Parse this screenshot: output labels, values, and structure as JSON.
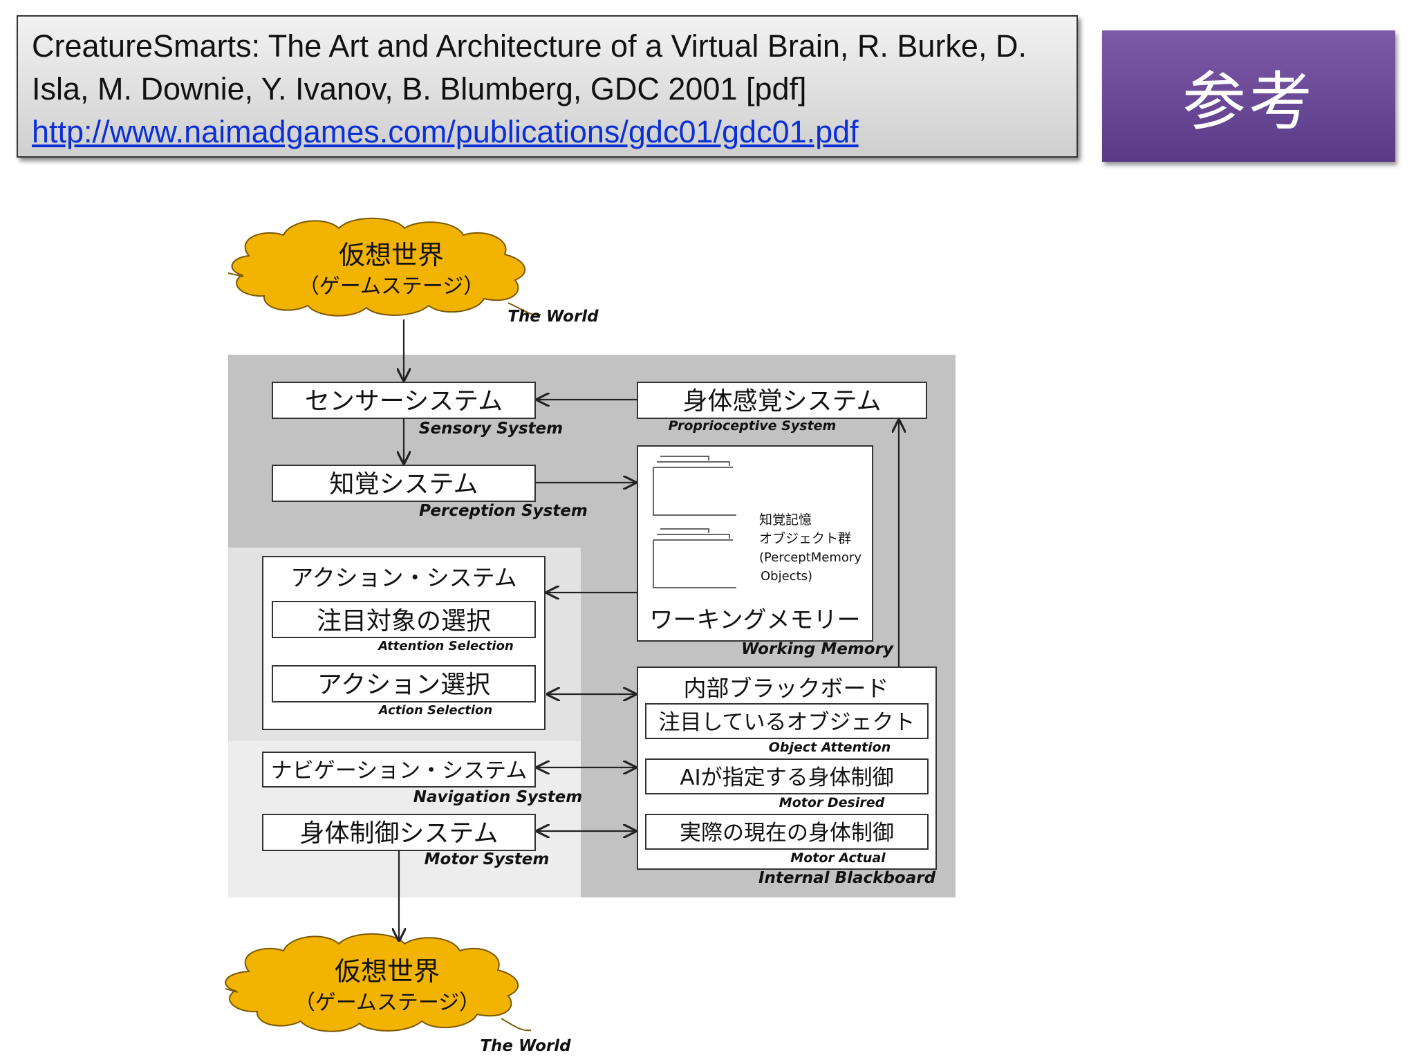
{
  "reference": {
    "line1": "CreatureSmarts: The Art and Architecture of a Virtual Brain, R. Burke, D.",
    "line2": "Isla, M. Downie, Y. Ivanov, B. Blumberg, GDC 2001 [pdf]",
    "link": "http://www.naimadgames.com/publications/gdc01/gdc01.pdf"
  },
  "badge": {
    "label": "参考"
  },
  "diagram": {
    "world_top": {
      "jp": "仮想世界",
      "jp_sub": "（ゲームステージ）",
      "en": "The World"
    },
    "world_bottom": {
      "jp": "仮想世界",
      "jp_sub": "（ゲームステージ）",
      "en": "The World"
    },
    "sensory": {
      "jp": "センサーシステム",
      "en": "Sensory System"
    },
    "proprio": {
      "jp": "身体感覚システム",
      "en": "Proprioceptive  System"
    },
    "perception": {
      "jp": "知覚システム",
      "en": "Perception System"
    },
    "working_memory": {
      "jp": "ワーキングメモリー",
      "en": "Working Memory",
      "note1": "知覚記憶",
      "note2": "オブジェクト群",
      "note3": "(PerceptMemory",
      "note4": "Objects)"
    },
    "action_system": {
      "title": "アクション・システム",
      "attention": {
        "jp": "注目対象の選択",
        "en": "Attention Selection"
      },
      "action": {
        "jp": "アクション選択",
        "en": "Action Selection"
      }
    },
    "blackboard": {
      "title": "内部ブラックボード",
      "en": "Internal Blackboard",
      "object_attention": {
        "jp": "注目しているオブジェクト",
        "en": "Object Attention"
      },
      "motor_desired": {
        "jp": "AIが指定する身体制御",
        "en": "Motor Desired"
      },
      "motor_actual": {
        "jp": "実際の現在の身体制御",
        "en": "Motor Actual"
      }
    },
    "navigation": {
      "jp": "ナビゲーション・システム",
      "en": "Navigation System"
    },
    "motor": {
      "jp": "身体制御システム",
      "en": "Motor System"
    }
  }
}
